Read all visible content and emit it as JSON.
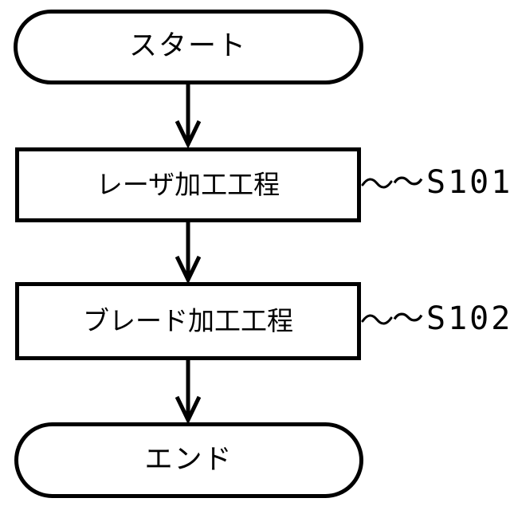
{
  "diagram": {
    "type": "flowchart",
    "orientation": "vertical",
    "stroke_color": "#000000",
    "fill_color": "#ffffff",
    "background": "#ffffff",
    "nodes": [
      {
        "id": "start",
        "shape": "stadium",
        "label": "スタート"
      },
      {
        "id": "s101",
        "shape": "rectangle",
        "label": "レーザ加工工程",
        "step": "〜S101"
      },
      {
        "id": "s102",
        "shape": "rectangle",
        "label": "ブレード加工工程",
        "step": "〜S102"
      },
      {
        "id": "end",
        "shape": "stadium",
        "label": "エンド"
      }
    ],
    "connectors": [
      {
        "from": "start",
        "to": "s101",
        "arrow": "down"
      },
      {
        "from": "s101",
        "to": "s102",
        "arrow": "down"
      },
      {
        "from": "s102",
        "to": "end",
        "arrow": "down"
      }
    ]
  }
}
